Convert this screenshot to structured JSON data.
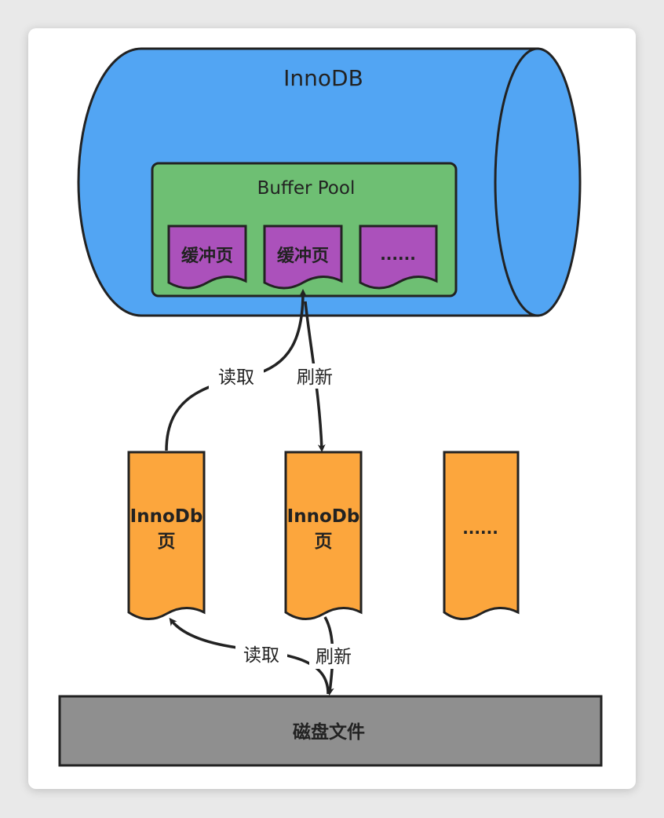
{
  "innodb": {
    "title": "InnoDB",
    "color": "#52A5F3"
  },
  "buffer_pool": {
    "title": "Buffer Pool",
    "color": "#6EBF73",
    "pages": [
      "缓冲页",
      "缓冲页",
      "......"
    ],
    "page_color": "#AB51BB"
  },
  "disk_pages": {
    "items": [
      {
        "line1": "InnoDb",
        "line2": "页"
      },
      {
        "line1": "InnoDb",
        "line2": "页"
      },
      {
        "line1": "......",
        "line2": ""
      }
    ],
    "color": "#FCA63D"
  },
  "arrows": {
    "top_read": "读取",
    "top_flush": "刷新",
    "bottom_read": "读取",
    "bottom_flush": "刷新"
  },
  "disk_file": {
    "label": "磁盘文件",
    "color": "#8F8F8F"
  }
}
